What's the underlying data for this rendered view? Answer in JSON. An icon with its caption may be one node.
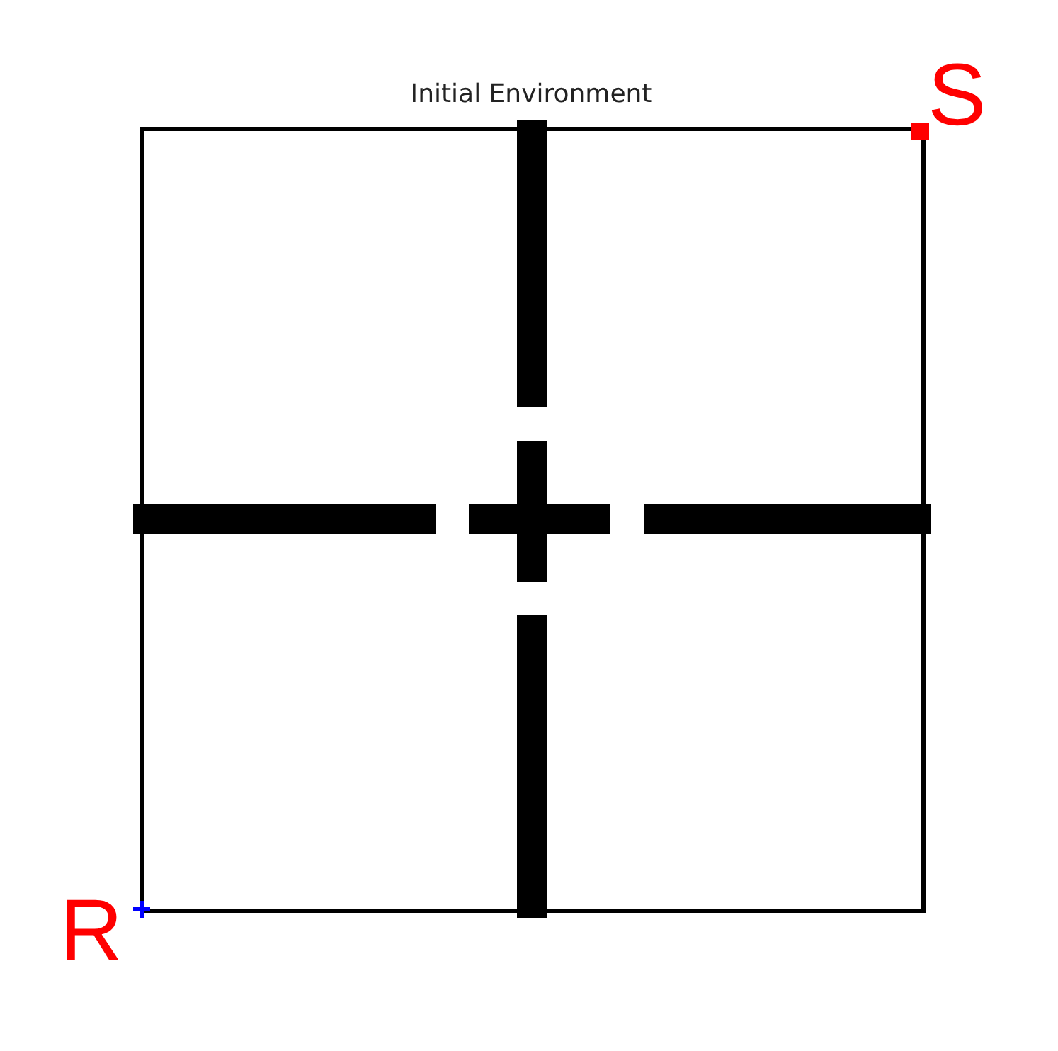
{
  "diagram": {
    "title": "Initial Environment",
    "labels": [
      "S",
      "R"
    ]
  }
}
